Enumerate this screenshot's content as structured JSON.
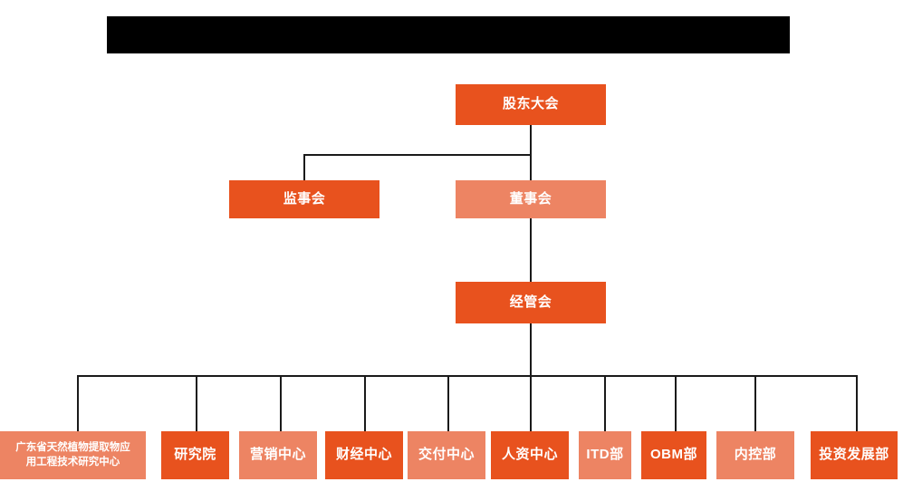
{
  "banner": {
    "name": "redacted-title-bar",
    "color": "#000000",
    "text": ""
  },
  "palette": {
    "dark_orange": "#E8521E",
    "light_orange": "#ED8463",
    "connector": "#1a1a1a",
    "background": "#FFFFFF",
    "text": "#FFFFFF"
  },
  "levels": {
    "shareholders": {
      "label": "股东大会",
      "tone": "dark"
    },
    "supervisors": {
      "label": "监事会",
      "tone": "dark"
    },
    "directors": {
      "label": "董事会",
      "tone": "light"
    },
    "management": {
      "label": "经管会",
      "tone": "dark"
    }
  },
  "departments": [
    {
      "label": "广东省天然植物提取物应\n用工程技术研究中心",
      "tone": "light",
      "multiline": true
    },
    {
      "label": "研究院",
      "tone": "dark",
      "multiline": false
    },
    {
      "label": "营销中心",
      "tone": "light",
      "multiline": false
    },
    {
      "label": "财经中心",
      "tone": "dark",
      "multiline": false
    },
    {
      "label": "交付中心",
      "tone": "light",
      "multiline": false
    },
    {
      "label": "人资中心",
      "tone": "dark",
      "multiline": false
    },
    {
      "label": "ITD部",
      "tone": "light",
      "multiline": false
    },
    {
      "label": "OBM部",
      "tone": "dark",
      "multiline": false
    },
    {
      "label": "内控部",
      "tone": "light",
      "multiline": false
    },
    {
      "label": "投资发展部",
      "tone": "dark",
      "multiline": false
    }
  ]
}
